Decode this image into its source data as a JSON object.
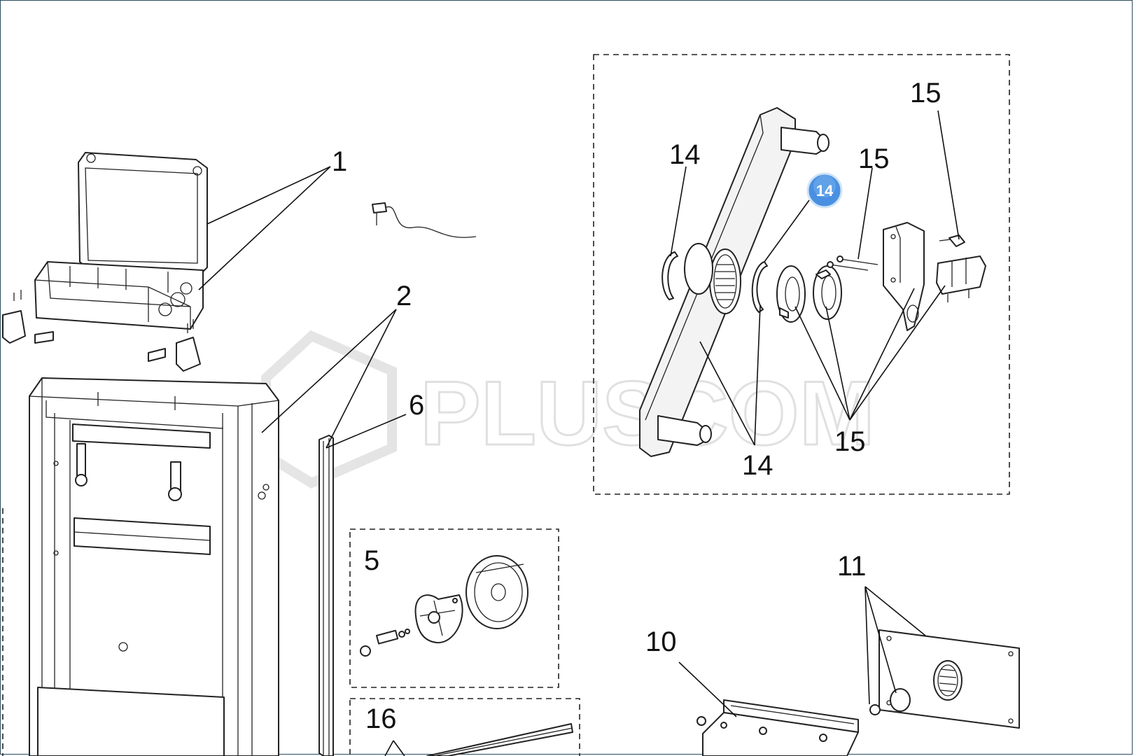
{
  "watermark": "PLUSCOM",
  "highlight_badge": "14",
  "callouts": {
    "c1": "1",
    "c2": "2",
    "c6": "6",
    "c5": "5",
    "c16": "16",
    "c10": "10",
    "c11": "11",
    "c14a": "14",
    "c14b": "14",
    "c15a": "15",
    "c15b": "15",
    "c15c": "15"
  }
}
